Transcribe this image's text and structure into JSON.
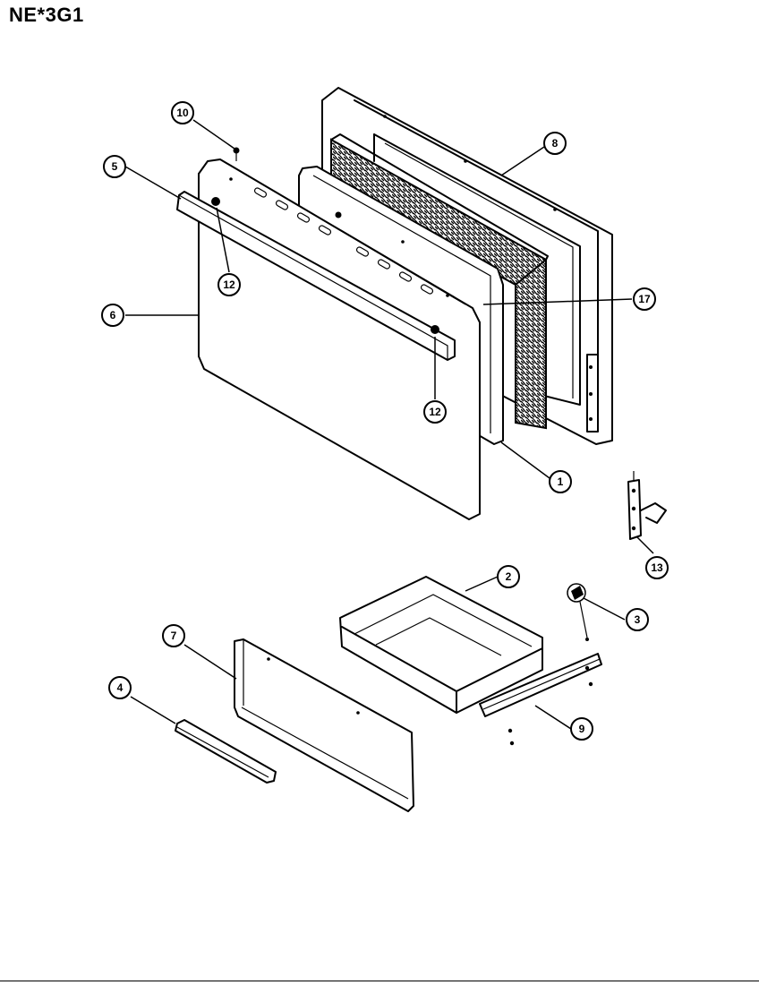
{
  "title": "NE*3G1",
  "callouts": {
    "c10": "10",
    "c5": "5",
    "c6": "6",
    "c12a": "12",
    "c12b": "12",
    "c8": "8",
    "c17": "17",
    "c1": "1",
    "c13": "13",
    "c2": "2",
    "c3": "3",
    "c7": "7",
    "c4": "4",
    "c9": "9"
  }
}
